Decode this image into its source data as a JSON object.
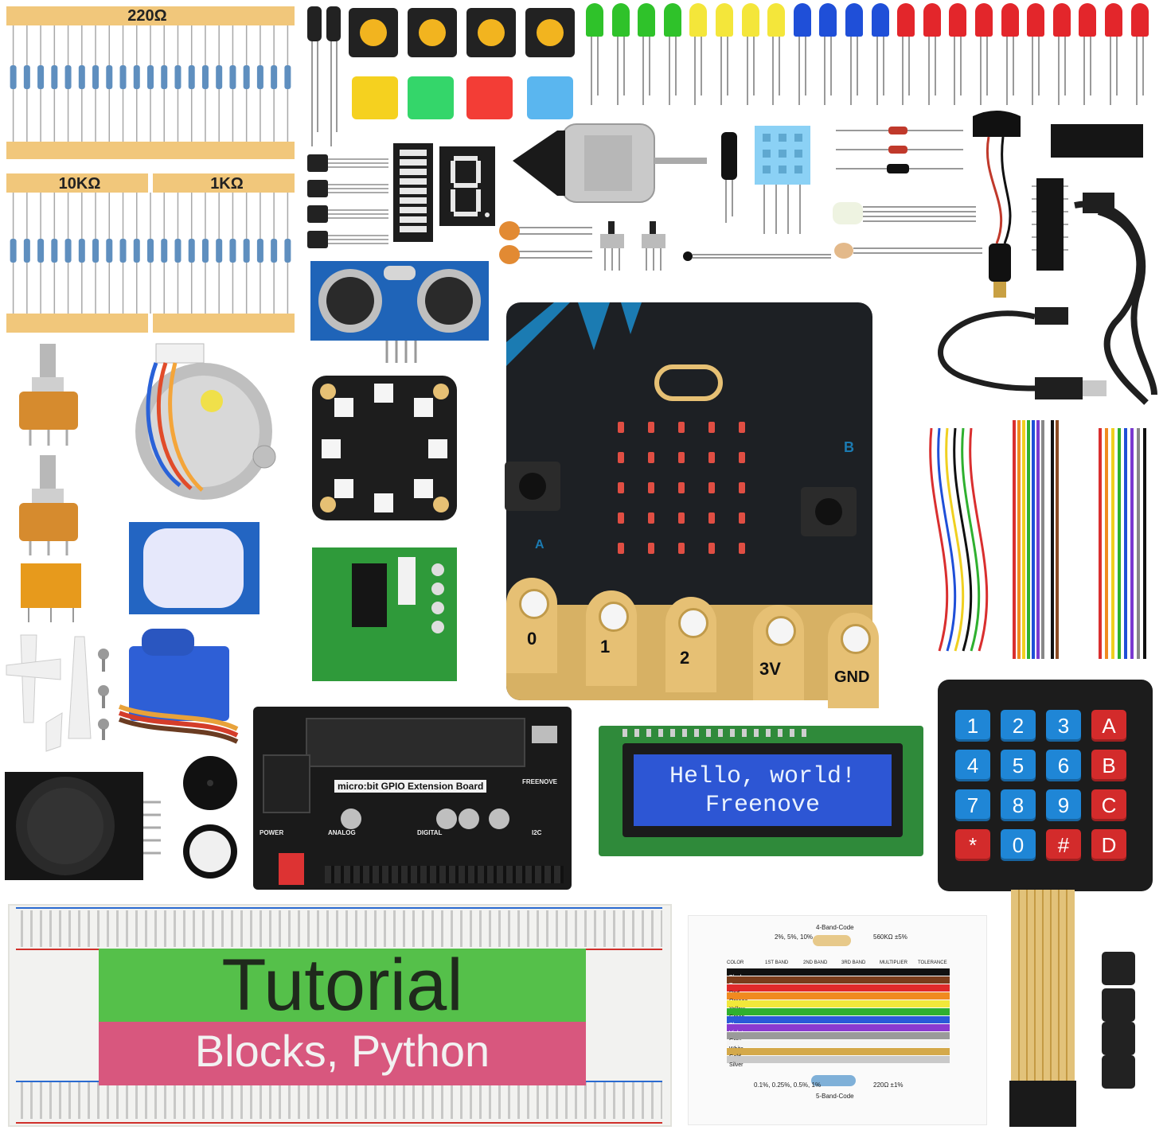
{
  "resistors": {
    "top_label": "220Ω",
    "left_label": "10KΩ",
    "right_label": "1KΩ"
  },
  "microbit": {
    "pins": [
      "0",
      "1",
      "2",
      "3V",
      "GND"
    ],
    "button_a": "A",
    "button_b": "B"
  },
  "lcd": {
    "line1": "Hello, world!",
    "line2": "Freenove"
  },
  "keypad": {
    "keys": [
      "1",
      "2",
      "3",
      "A",
      "4",
      "5",
      "6",
      "B",
      "7",
      "8",
      "9",
      "C",
      "*",
      "0",
      "#",
      "D"
    ]
  },
  "gpio_board": {
    "title": "micro:bit GPIO Extension Board",
    "brand": "FREENOVE",
    "sections": [
      "POWER",
      "ANALOG",
      "DIGITAL",
      "I2C"
    ]
  },
  "tutorial": {
    "title": "Tutorial",
    "subtitle": "Blocks, Python"
  },
  "color_card": {
    "top_code": "4-Band-Code",
    "bottom_code": "5-Band-Code",
    "top_left": "2%, 5%, 10%",
    "top_right": "560KΩ ±5%",
    "bottom_left": "0.1%, 0.25%, 0.5%, 1%",
    "bottom_right": "220Ω ±1%",
    "header": [
      "COLOR",
      "1ST BAND",
      "2ND BAND",
      "3RD BAND",
      "MULTIPLIER",
      "TOLERANCE"
    ],
    "rows": [
      "Black",
      "Brown",
      "Red",
      "Orange",
      "Yellow",
      "Green",
      "Blue",
      "Violet",
      "Grey",
      "White",
      "Gold",
      "Silver"
    ]
  },
  "colors": {
    "led_green": "#2fc22a",
    "led_yellow": "#f4e63a",
    "led_blue": "#1f4fd8",
    "led_red": "#e3262b",
    "key_blue": "#1f86d6",
    "key_red": "#d32b2b",
    "lcd_blue": "#2d56d4",
    "pcb_green": "#2f8a3a"
  }
}
